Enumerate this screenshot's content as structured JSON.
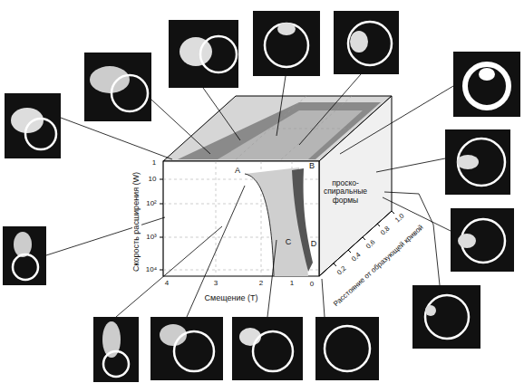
{
  "diagram": {
    "labels": [
      "1",
      "10",
      "10²",
      "10³",
      "10⁴",
      "Скорость расширения (W)",
      "4",
      "3",
      "2",
      "1",
      "0",
      "Смещение (T)",
      "0,2",
      "0,4",
      "0,6",
      "0,8",
      "1,0",
      "Расстояние от образующей кривой",
      "проско-спиральные формы",
      "A",
      "B",
      "C",
      "D"
    ]
  }
}
